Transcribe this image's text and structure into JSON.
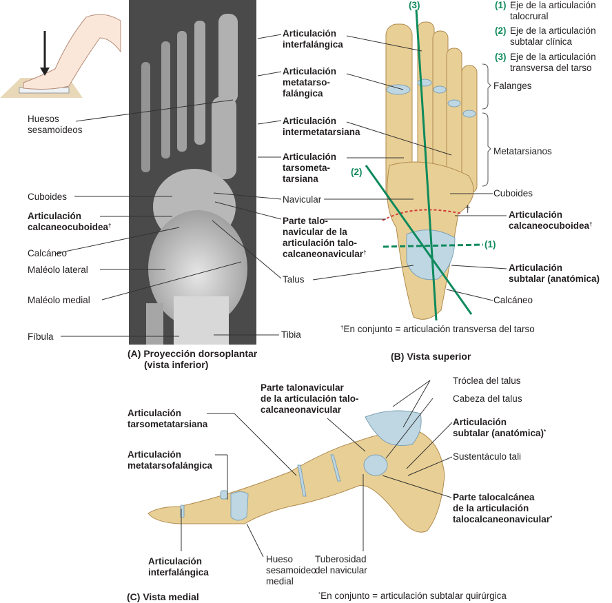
{
  "figure": {
    "panel_a": {
      "caption_line1": "(A) Proyección dorsoplantar",
      "caption_line2": "(vista inferior)",
      "left_labels": {
        "huesos_sesamoideos_1": "Huesos",
        "huesos_sesamoideos_2": "sesamoideos",
        "cuboides": "Cuboides",
        "art_calcaneocuboidea_1": "Articulación",
        "art_calcaneocuboidea_2": "calcaneocuboidea",
        "dagger": "†",
        "calcaneo": "Calcáneo",
        "maleolo_lateral": "Maléolo lateral",
        "maleolo_medial": "Maléolo medial",
        "fibula": "Fíbula"
      },
      "right_labels": {
        "art_interfalangica_1": "Articulación",
        "art_interfalangica_2": "interfalángica",
        "art_mtf_1": "Articulación",
        "art_mtf_2": "metatarso-",
        "art_mtf_3": "falángica",
        "art_intermetatarsiana_1": "Articulación",
        "art_intermetatarsiana_2": "intermetatarsiana",
        "art_tmt_1": "Articulación",
        "art_tmt_2": "tarsometa-",
        "art_tmt_3": "tarsiana",
        "navicular": "Navicular",
        "parte_talonav_1": "Parte talo-",
        "parte_talonav_2": "navicular de la",
        "parte_talonav_3": "articulación talo-",
        "parte_talonav_4": "calcaneonavicular",
        "talus": "Talus",
        "tibia": "Tibia"
      }
    },
    "panel_b": {
      "caption": "(B) Vista superior",
      "axis_marker_1": "(1)",
      "axis_marker_2": "(2)",
      "axis_marker_3": "(3)",
      "legend": [
        {
          "num": "(1)",
          "line1": "Eje de la articulación",
          "line2": "talocrural"
        },
        {
          "num": "(2)",
          "line1": "Eje de la articulación",
          "line2": "subtalar clínica"
        },
        {
          "num": "(3)",
          "line1": "Eje de la articulación",
          "line2": "transversa del tarso"
        }
      ],
      "labels": {
        "falanges": "Falanges",
        "metatarsianos": "Metatarsianos",
        "cuboides": "Cuboides",
        "dagger_mark": "†",
        "art_calcaneocuboidea_1": "Articulación",
        "art_calcaneocuboidea_2": "calcaneocuboidea",
        "art_subtalar_1": "Articulación",
        "art_subtalar_2": "subtalar (anatómica)",
        "calcaneo": "Calcáneo"
      },
      "footnote": "En conjunto = articulación transversa del tarso",
      "footnote_mark": "†"
    },
    "panel_c": {
      "caption": "(C) Vista medial",
      "labels": {
        "art_tmt_1": "Articulación",
        "art_tmt_2": "tarsometatarsiana",
        "art_mtf_1": "Articulación",
        "art_mtf_2": "metatarsofalángica",
        "parte_talonav_1": "Parte talonavicular",
        "parte_talonav_2": "de la articulación talo-",
        "parte_talonav_3": "calcaneonavicular",
        "troclea": "Tróclea del talus",
        "cabeza": "Cabeza del talus",
        "art_subtalar_1": "Articulación",
        "art_subtalar_2": "subtalar (anatómica)",
        "sustentaculo": "Sustentáculo tali",
        "parte_talocalc_1": "Parte talocalcánea",
        "parte_talocalc_2": "de la articulación",
        "parte_talocalc_3": "talocalcaneonavicular",
        "star": "*",
        "art_interfalangica_1": "Articulación",
        "art_interfalangica_2": "interfalángica",
        "hueso_sesamoideo_1": "Hueso",
        "hueso_sesamoideo_2": "sesamoideo",
        "hueso_sesamoideo_3": "medial",
        "tuberosidad_1": "Tuberosidad",
        "tuberosidad_2": "del navicular"
      },
      "footnote": "En conjunto = articulación subtalar quirúrgica",
      "footnote_mark": "*"
    },
    "colors": {
      "axis_green": "#0e8a5c",
      "bone": "#e8cf95",
      "bone_shadow": "#c9a765",
      "cartilage": "#bfd7e3",
      "xray_bg": "#4a4a4a",
      "dagger_red": "#d33a3a"
    }
  }
}
